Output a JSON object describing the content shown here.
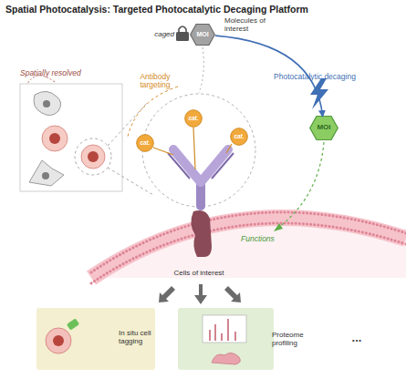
{
  "diagram": {
    "title": "Spatial Photocatalysis: Targeted Photocatalytic Decaging Platform",
    "nodes": [
      {
        "text": [
          "MOI"
        ]
      },
      {
        "text": [
          "cat."
        ]
      },
      {
        "text": [
          "cat."
        ]
      },
      {
        "text": [
          "cat."
        ]
      },
      {
        "text": [
          "MOI"
        ]
      },
      {
        "text": [
          "In situ cell tagging"
        ]
      },
      {
        "text": [
          "Proteome profiling"
        ]
      }
    ],
    "edges": [
      {
        "from": 0,
        "to": 4,
        "arrow": "to"
      }
    ],
    "labels": [
      "caged",
      "Molecules of interest",
      "Spatially resolved",
      "Antibody targeting",
      "Photocatalytic decaging",
      "Functions",
      "Cells of interest",
      "..."
    ]
  }
}
